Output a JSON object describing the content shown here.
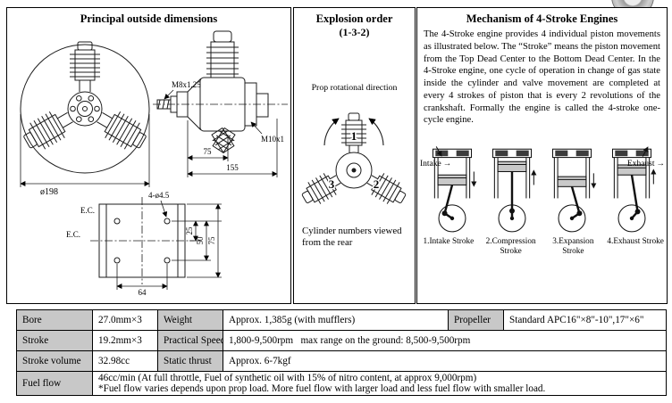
{
  "icons": {
    "flow_arrow": "→"
  },
  "dimensions_panel": {
    "title": "Principal outside dimensions",
    "labels": {
      "diameter": "ø198",
      "thread_front": "M8x1.25",
      "thread_rear": "M10x1",
      "len_75": "75",
      "len_155": "155",
      "holes": "4-ø4.5",
      "ec_top": "E.C.",
      "ec_left": "E.C.",
      "width_64": "64",
      "h_25": "25",
      "h_50": "50",
      "h_75": "75"
    }
  },
  "explosion_panel": {
    "title": "Explosion order",
    "order": "(1-3-2)",
    "prop_direction": "Prop rotational direction",
    "cylinder_1": "1",
    "cylinder_2": "2",
    "cylinder_3": "3",
    "caption": "Cylinder numbers viewed from the rear"
  },
  "mechanism_panel": {
    "title": "Mechanism of 4-Stroke Engines",
    "body": "The 4-Stroke engine provides 4 individual piston movements as illustrated below. The “Stroke” means the piston movement from the Top Dead Center to the Bottom Dead Center. In the 4-Stroke engine, one cycle of operation in change of gas state inside the cylinder and valve movement are completed at every 4 strokes of piston that is every 2 revolutions of the crankshaft. Formally the engine is called the 4-stroke one-cycle engine.",
    "intake_label": "Intake",
    "exhaust_label": "Exhaust",
    "strokes": [
      "1.Intake Stroke",
      "2.Compression Stroke",
      "3.Expansion Stroke",
      "4.Exhaust Stroke"
    ]
  },
  "spec_table": {
    "bore_label": "Bore",
    "bore_value": "27.0mm×3",
    "weight_label": "Weight",
    "weight_value": "Approx. 1,385g (with mufflers)",
    "propeller_label": "Propeller",
    "propeller_value": "Standard APC16\"×8\"-10\",17\"×6\"",
    "stroke_label": "Stroke",
    "stroke_value": "19.2mm×3",
    "speed_label": "Practical Speed",
    "speed_value": "1,800-9,500rpm   max range on the ground: 8,500-9,500rpm",
    "volume_label": "Stroke volume",
    "volume_value": "32.98cc",
    "thrust_label": "Static thrust",
    "thrust_value": "Approx. 6-7kgf",
    "fuel_label": "Fuel flow",
    "fuel_value_line1": "46cc/min (At full throttle, Fuel of synthetic oil with 15% of nitro content, at approx 9,000rpm)",
    "fuel_value_line2": "*Fuel flow varies depends upon prop load. More fuel flow with larger load and less fuel flow with smaller load."
  }
}
